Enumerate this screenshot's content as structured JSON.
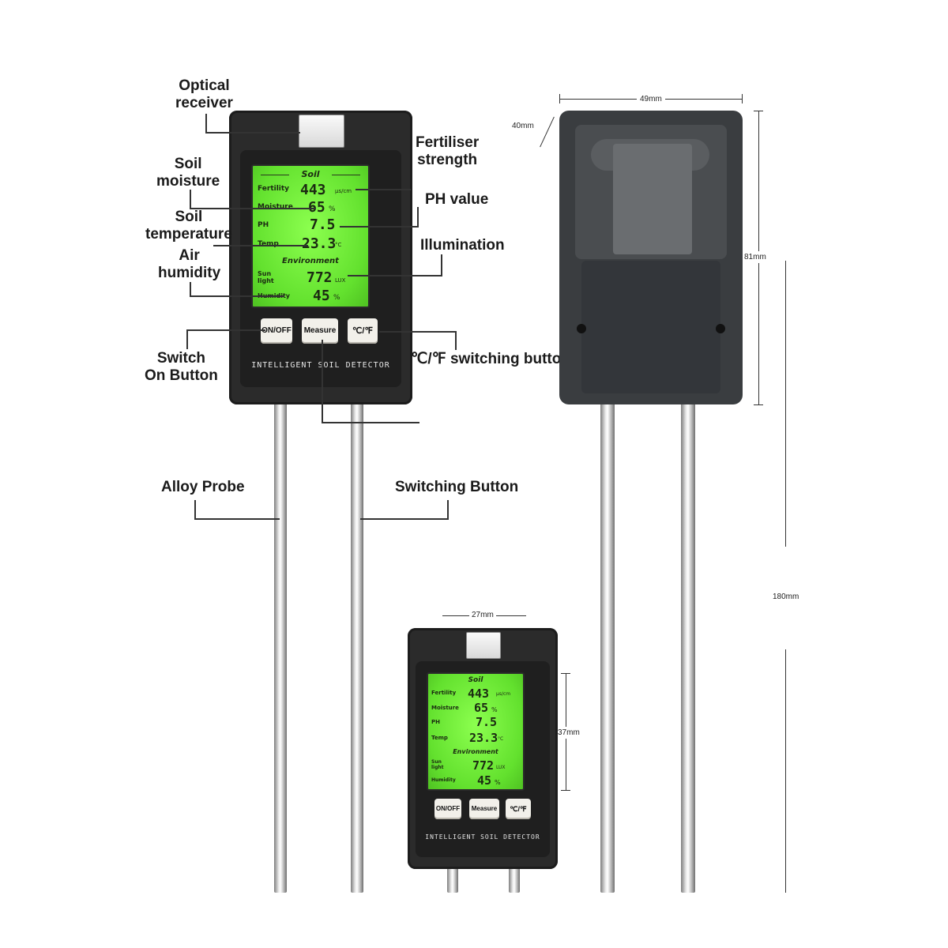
{
  "callouts": {
    "optical_receiver": "Optical\nreceiver",
    "soil_moisture": "Soil\nmoisture",
    "soil_temperature": "Soil\ntemperature",
    "air_humidity": "Air\nhumidity",
    "fertiliser_strength": "Fertiliser\nstrength",
    "ph_value": "PH value",
    "illumination": "Illumination",
    "switch_on_button": "Switch\nOn Button",
    "cf_switching_button": "℃/℉ switching button",
    "alloy_probe": "Alloy Probe",
    "switching_button": "Switching Button"
  },
  "dimensions": {
    "width_back": "49mm",
    "depth_back": "40mm",
    "body_height": "81mm",
    "total_height": "180mm",
    "screen_width": "27mm",
    "screen_height": "37mm"
  },
  "lcd": {
    "soil_header": "Soil",
    "environment_header": "Environment",
    "fertility_label": "Fertility",
    "fertility_value": "443",
    "fertility_unit": "μs/cm",
    "moisture_label": "Moisture",
    "moisture_value": "65",
    "moisture_unit": "%",
    "ph_label": "PH",
    "ph_value": "7.5",
    "temp_label": "Temp",
    "temp_value": "23.3",
    "temp_unit": "°C",
    "sunlight_label": "Sun\nlight",
    "sunlight_value": "772",
    "sunlight_unit": "LUX",
    "humidity_label": "Humidity",
    "humidity_value": "45",
    "humidity_unit": "%"
  },
  "buttons": {
    "on_off": "ON/OFF",
    "measure": "Measure",
    "cf": "℃/℉"
  },
  "device": {
    "brand": "INTELLIGENT SOIL DETECTOR"
  },
  "colors": {
    "lcd_green": "#6ee63b",
    "body": "#2b2b2b",
    "back_body": "#3a3d40"
  }
}
